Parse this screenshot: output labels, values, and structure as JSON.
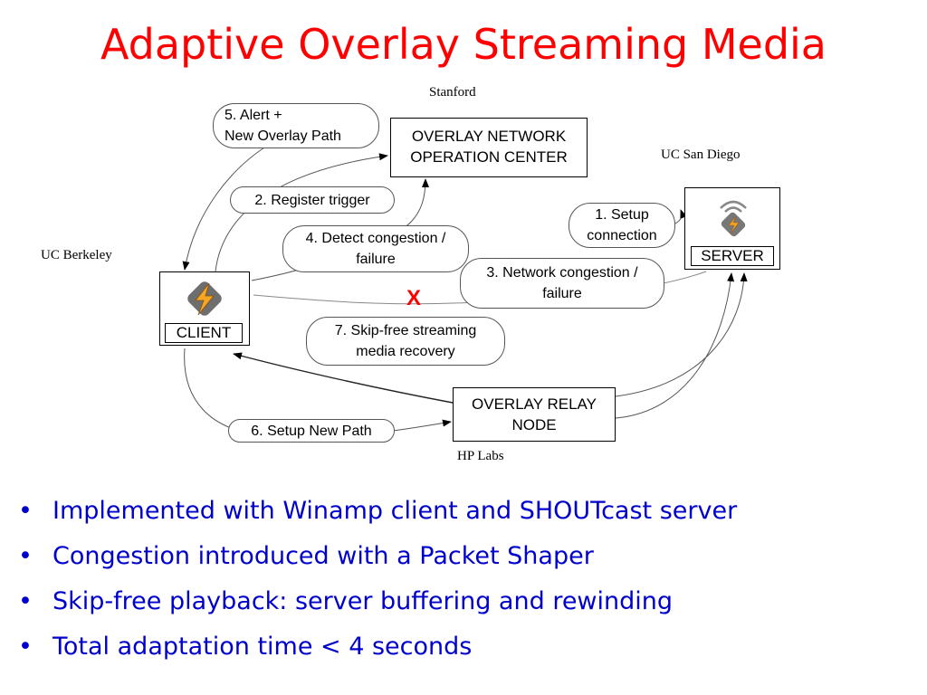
{
  "title": "Adaptive Overlay Streaming Media",
  "sites": {
    "stanford": "Stanford",
    "ucsd": "UC San Diego",
    "berkeley": "UC Berkeley",
    "hplabs": "HP Labs"
  },
  "nodes": {
    "noc_line1": "OVERLAY NETWORK",
    "noc_line2": "OPERATION CENTER",
    "server": "SERVER",
    "client": "CLIENT",
    "relay_line1": "OVERLAY RELAY",
    "relay_line2": "NODE"
  },
  "steps": {
    "s1_line1": "1. Setup",
    "s1_line2": "connection",
    "s2": "2. Register trigger",
    "s3_line1": "3. Network congestion /",
    "s3_line2": "failure",
    "s4_line1": "4. Detect congestion /",
    "s4_line2": "failure",
    "s5_line1": "5. Alert +",
    "s5_line2": "New Overlay Path",
    "s6": "6. Setup New Path",
    "s7_line1": "7. Skip-free streaming",
    "s7_line2": "media recovery"
  },
  "failure_mark": "X",
  "bullets": [
    "Implemented with Winamp client and SHOUTcast server",
    "Congestion introduced with a Packet Shaper",
    "Skip-free playback:  server buffering and rewinding",
    "Total adaptation time < 4 seconds"
  ],
  "bullet_glyph": "•",
  "icons": {
    "client": "winamp-lightning-icon",
    "server": "streaming-lightning-icon"
  },
  "colors": {
    "title": "#ff0000",
    "bullets": "#0000cc",
    "failure": "#ff0000",
    "icon_orange": "#f5a623"
  }
}
